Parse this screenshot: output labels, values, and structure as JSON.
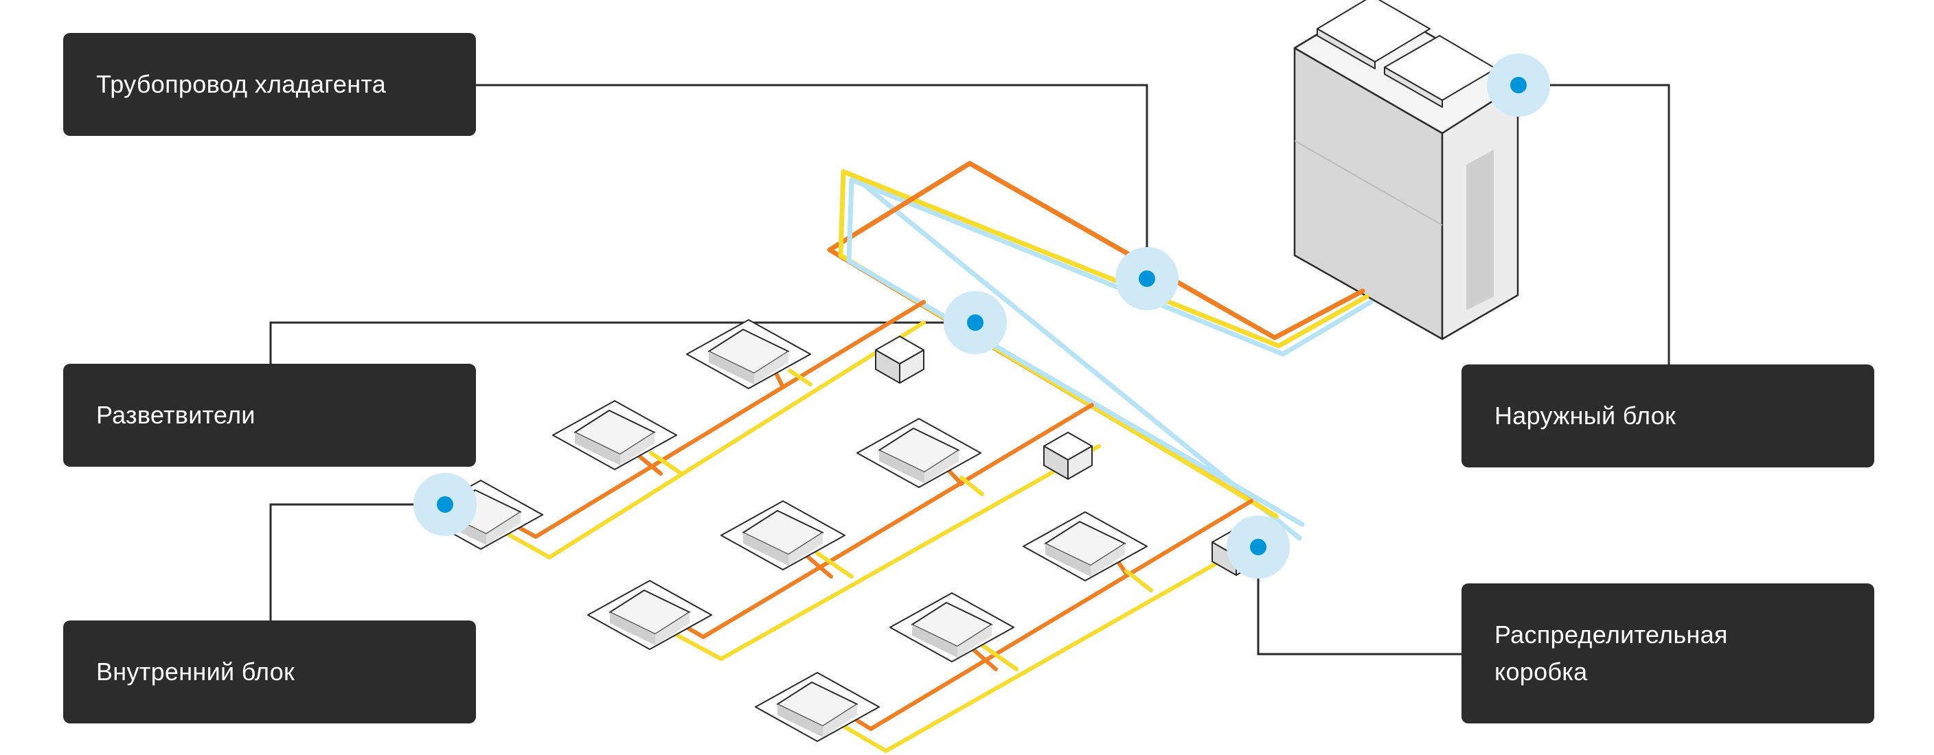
{
  "labels": {
    "refrigerant_pipeline": "Трубопровод хладагента",
    "splitters": "Разветвители",
    "indoor_unit": "Внутренний блок",
    "outdoor_unit": "Наружный блок",
    "distribution_box": "Распределительная\nкоробка"
  },
  "colors": {
    "label_bg": "#2c2c2c",
    "label_text": "#ffffff",
    "pipe_orange": "#f07f23",
    "pipe_yellow": "#f7dc2c",
    "pipe_light_blue": "#b6e3f5",
    "marker_blue": "#0095da",
    "marker_halo": "#cfe9f6",
    "unit_fill": "#f2f2f2",
    "unit_shadow": "#cfcfcf",
    "outline": "#2b2b2b"
  },
  "icons": [
    "outdoor-unit",
    "indoor-unit",
    "distribution-box",
    "marker-dot"
  ]
}
